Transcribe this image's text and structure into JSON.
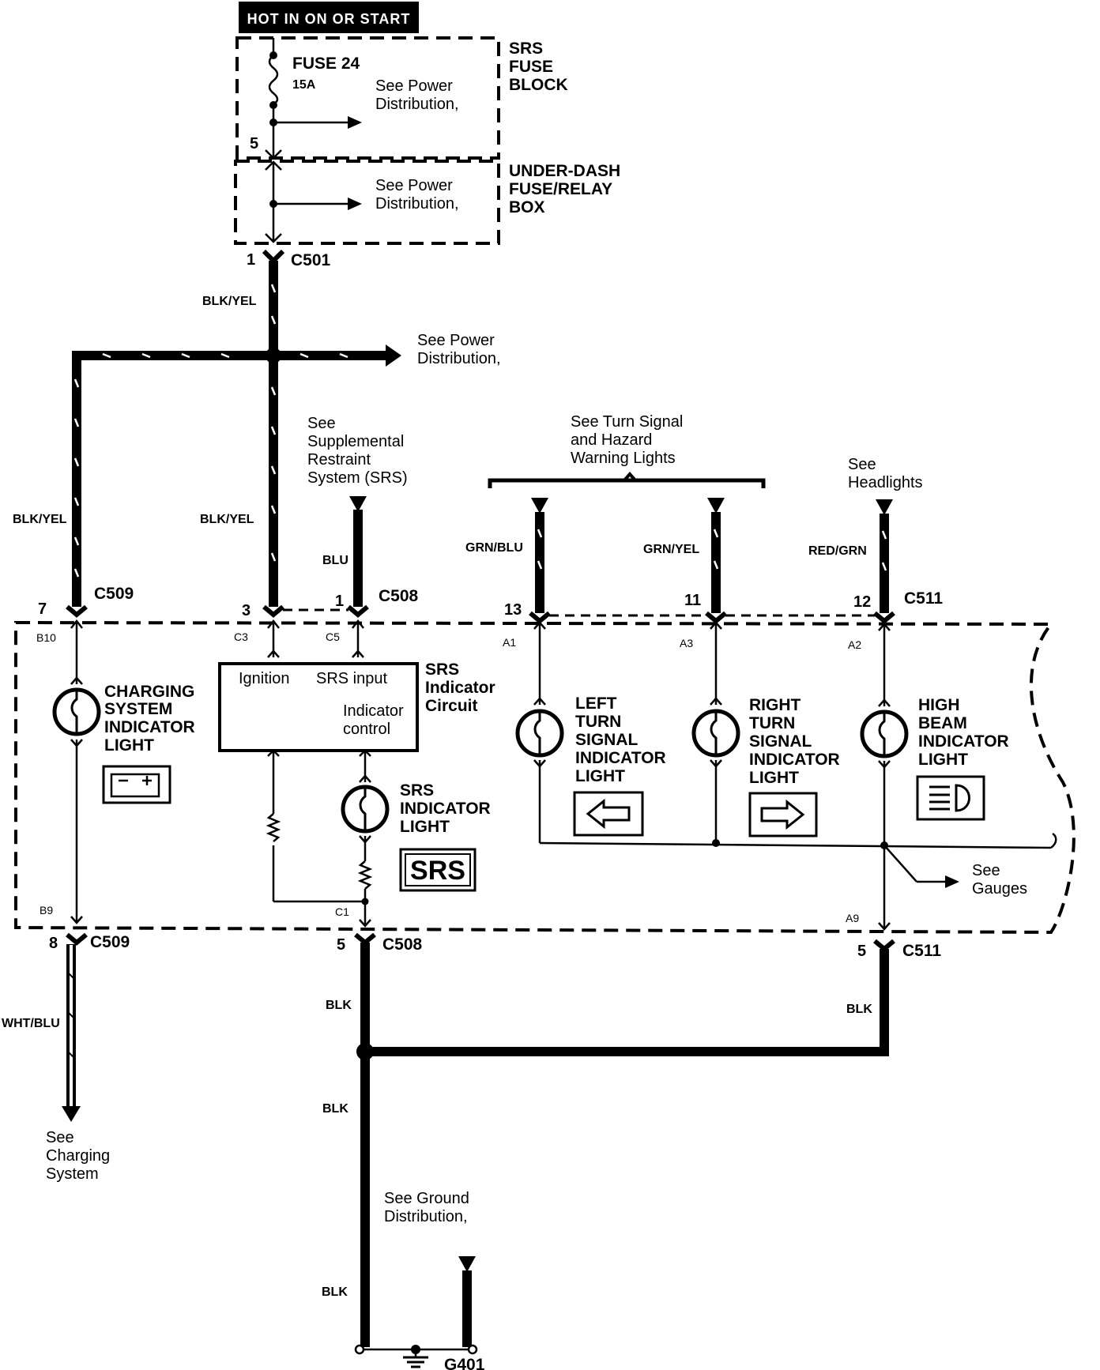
{
  "header": {
    "hot_label": "HOT IN ON OR START"
  },
  "fuse_block": {
    "fuse_name": "FUSE 24",
    "fuse_rating": "15A",
    "see_power_1": "See Power",
    "see_power_2": "Distribution,",
    "pin": "5",
    "label_1": "SRS",
    "label_2": "FUSE",
    "label_3": "BLOCK"
  },
  "relay_box": {
    "see_power_1": "See Power",
    "see_power_2": "Distribution,",
    "label_1": "UNDER-DASH",
    "label_2": "FUSE/RELAY",
    "label_3": "BOX"
  },
  "c501": {
    "pin": "1",
    "name": "C501"
  },
  "wires": {
    "blk_yel_main": "BLK/YEL",
    "blk_yel_left": "BLK/YEL",
    "blk_yel_mid": "BLK/YEL",
    "blu": "BLU",
    "grn_blu": "GRN/BLU",
    "grn_yel": "GRN/YEL",
    "red_grn": "RED/GRN",
    "wht_blu": "WHT/BLU",
    "blk_1": "BLK",
    "blk_2": "BLK",
    "blk_3": "BLK",
    "blk_4": "BLK"
  },
  "power_dist": {
    "line1": "See Power",
    "line2": "Distribution,"
  },
  "srs_ref": {
    "line1": "See",
    "line2": "Supplemental",
    "line3": "Restraint",
    "line4": "System (SRS)"
  },
  "turn_ref": {
    "line1": "See Turn Signal",
    "line2": "and Hazard",
    "line3": "Warning Lights"
  },
  "headlights_ref": {
    "line1": "See",
    "line2": "Headlights"
  },
  "connectors_top": {
    "c509": "C509",
    "c509_pin": "7",
    "c508_pin_3": "3",
    "c508_pin_1": "1",
    "c508": "C508",
    "c511_pin_13": "13",
    "c511_pin_11": "11",
    "c511_pin_12": "12",
    "c511": "C511"
  },
  "gauge_pins": {
    "b10": "B10",
    "c3": "C3",
    "c5": "C5",
    "a1": "A1",
    "a3": "A3",
    "a2": "A2",
    "b9": "B9",
    "c1": "C1",
    "a9": "A9"
  },
  "charging_light": {
    "l1": "CHARGING",
    "l2": "SYSTEM",
    "l3": "INDICATOR",
    "l4": "LIGHT"
  },
  "srs_circuit": {
    "ignition": "Ignition",
    "srs_input": "SRS input",
    "indicator": "Indicator",
    "control": "control",
    "l1": "SRS",
    "l2": "Indicator",
    "l3": "Circuit"
  },
  "srs_light": {
    "l1": "SRS",
    "l2": "INDICATOR",
    "l3": "LIGHT",
    "badge": "SRS"
  },
  "left_turn": {
    "l1": "LEFT",
    "l2": "TURN",
    "l3": "SIGNAL",
    "l4": "INDICATOR",
    "l5": "LIGHT"
  },
  "right_turn": {
    "l1": "RIGHT",
    "l2": "TURN",
    "l3": "SIGNAL",
    "l4": "INDICATOR",
    "l5": "LIGHT"
  },
  "high_beam": {
    "l1": "HIGH",
    "l2": "BEAM",
    "l3": "INDICATOR",
    "l4": "LIGHT"
  },
  "gauges_ref": {
    "line1": "See",
    "line2": "Gauges"
  },
  "connectors_bottom": {
    "c509_pin": "8",
    "c509": "C509",
    "c508_pin": "5",
    "c508": "C508",
    "c511_pin": "5",
    "c511": "C511"
  },
  "charging_ref": {
    "line1": "See",
    "line2": "Charging",
    "line3": "System"
  },
  "ground_ref": {
    "line1": "See Ground",
    "line2": "Distribution,"
  },
  "ground": {
    "name": "G401"
  },
  "icons": [
    "fuse-icon",
    "battery-icon",
    "bulb-icon",
    "left-arrow-icon",
    "right-arrow-icon",
    "high-beam-icon",
    "ground-icon"
  ]
}
